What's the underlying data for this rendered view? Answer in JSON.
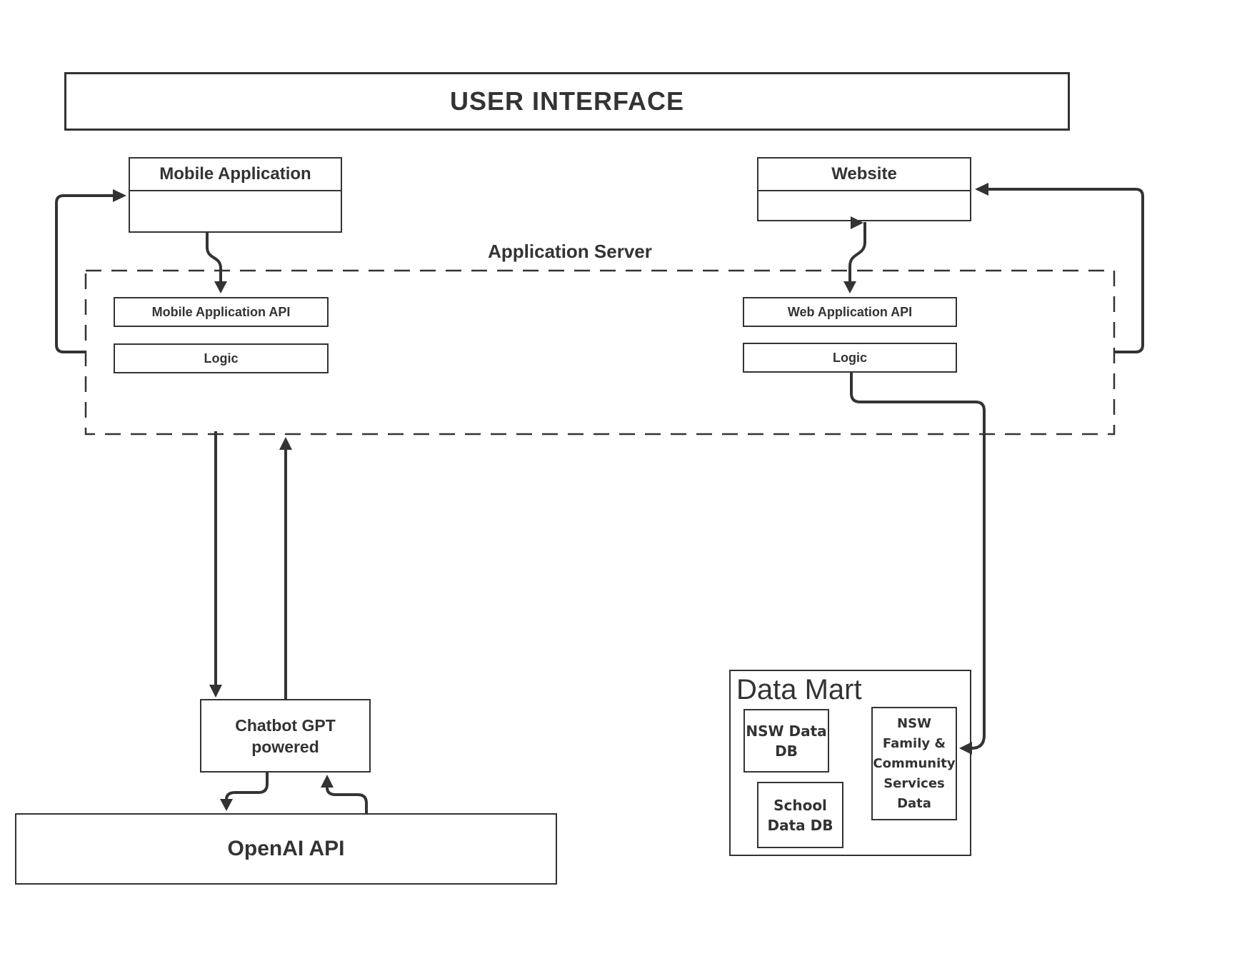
{
  "colors": {
    "line": "#333333",
    "text": "#333333",
    "background": "#ffffff"
  },
  "diagram": {
    "nodes": {
      "user_interface": {
        "label": "USER INTERFACE"
      },
      "mobile_app": {
        "label": "Mobile Application"
      },
      "website": {
        "label": "Website"
      },
      "app_server": {
        "label": "Application Server"
      },
      "mobile_api": {
        "label": "Mobile Application API"
      },
      "logic_left": {
        "label": "Logic"
      },
      "web_api": {
        "label": "Web Application API"
      },
      "logic_right": {
        "label": "Logic"
      },
      "chatbot": {
        "label_line1": "Chatbot GPT",
        "label_line2": "powered"
      },
      "openai": {
        "label": "OpenAI API"
      },
      "data_mart": {
        "label": "Data Mart"
      },
      "nsw_data_db": {
        "label_line1": "NSW Data",
        "label_line2": "DB"
      },
      "school_db": {
        "label_line1": "School",
        "label_line2": "Data DB"
      },
      "nsw_family": {
        "lines": [
          "NSW",
          "Family &",
          "Community",
          "Services",
          "Data"
        ]
      }
    },
    "edges": [
      {
        "id": "mobile-app-to-mobile-api",
        "from": "Mobile Application",
        "to": "Mobile Application API"
      },
      {
        "id": "logic-left-to-mobile-app",
        "from": "Logic",
        "to": "Mobile Application"
      },
      {
        "id": "website-to-web-api",
        "from": "Website",
        "to": "Web Application API"
      },
      {
        "id": "web-api-to-website",
        "from": "Web Application API",
        "to": "Website"
      },
      {
        "id": "logic-right-to-website",
        "from": "Logic",
        "to": "Website"
      },
      {
        "id": "logic-right-to-nsw-family",
        "from": "Logic",
        "to": "NSW Family & Community Services Data"
      },
      {
        "id": "app-server-to-chatbot",
        "from": "Application Server",
        "to": "Chatbot GPT powered"
      },
      {
        "id": "chatbot-to-app-server",
        "from": "Chatbot GPT powered",
        "to": "Application Server"
      },
      {
        "id": "chatbot-to-openai",
        "from": "Chatbot GPT powered",
        "to": "OpenAI API"
      },
      {
        "id": "openai-to-chatbot",
        "from": "OpenAI API",
        "to": "Chatbot GPT powered"
      }
    ]
  }
}
